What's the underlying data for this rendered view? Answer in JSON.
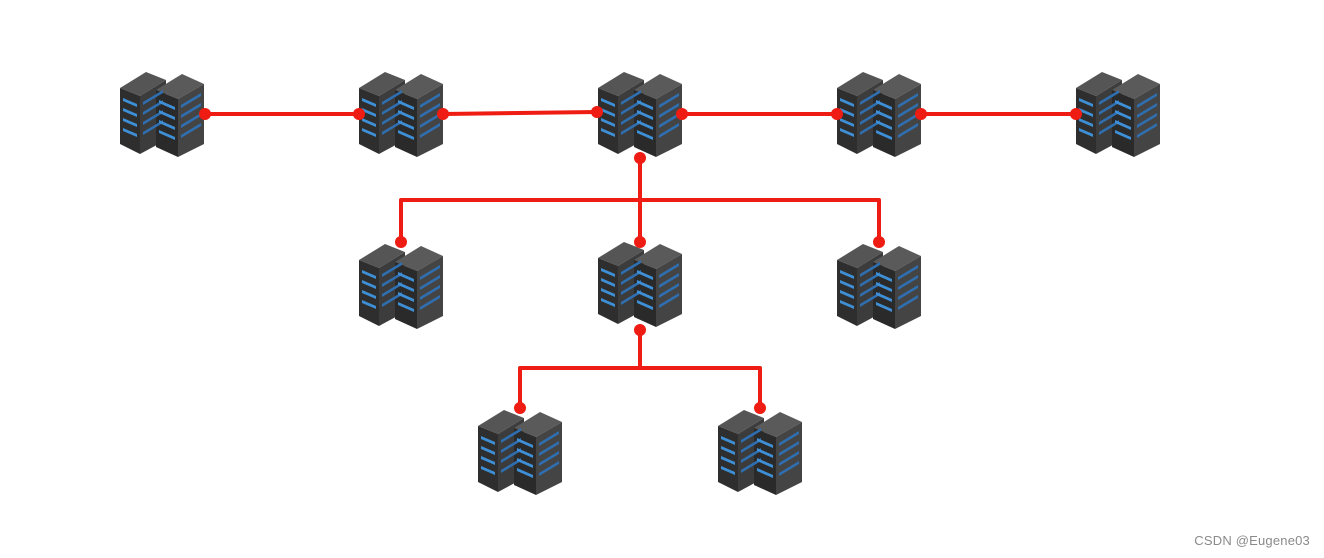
{
  "diagram": {
    "type": "network-topology",
    "node_icon": "server-rack-icon",
    "colors": {
      "link": "#ee1c12",
      "server_dark": "#3a3a3a",
      "server_light": "#4a4a4a",
      "server_led": "#3e8fd6"
    },
    "nodes": [
      {
        "id": "top-1"
      },
      {
        "id": "top-2"
      },
      {
        "id": "top-3"
      },
      {
        "id": "top-4"
      },
      {
        "id": "top-5"
      },
      {
        "id": "mid-1"
      },
      {
        "id": "mid-2"
      },
      {
        "id": "mid-3"
      },
      {
        "id": "bottom-1"
      },
      {
        "id": "bottom-2"
      }
    ],
    "links": [
      {
        "from": "top-1",
        "to": "top-2"
      },
      {
        "from": "top-2",
        "to": "top-3"
      },
      {
        "from": "top-3",
        "to": "top-4"
      },
      {
        "from": "top-4",
        "to": "top-5"
      },
      {
        "from": "top-3",
        "to": "mid-1"
      },
      {
        "from": "top-3",
        "to": "mid-2"
      },
      {
        "from": "top-3",
        "to": "mid-3"
      },
      {
        "from": "mid-2",
        "to": "bottom-1"
      },
      {
        "from": "mid-2",
        "to": "bottom-2"
      }
    ]
  },
  "watermark": "CSDN @Eugene03"
}
